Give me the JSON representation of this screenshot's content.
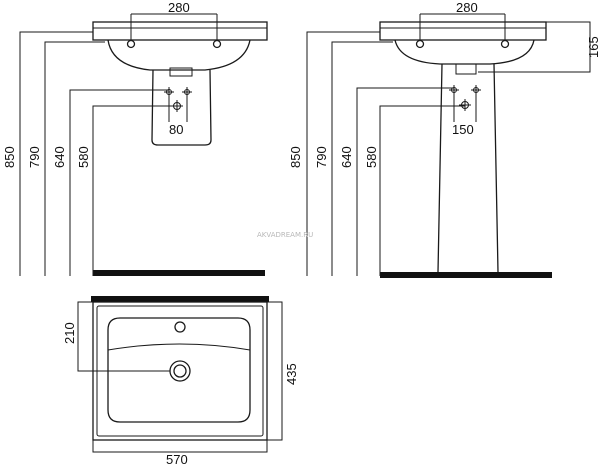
{
  "front_view": {
    "width_holes": "280",
    "bracket_width": "80",
    "heights": [
      "850",
      "790",
      "640",
      "580"
    ]
  },
  "side_view": {
    "width_holes": "280",
    "depth_rim": "165",
    "pedestal_width": "150",
    "heights": [
      "850",
      "790",
      "640",
      "580"
    ]
  },
  "top_view": {
    "width": "570",
    "depth": "435",
    "drain_offset": "210"
  },
  "watermark": "AKVADREAM.RU"
}
